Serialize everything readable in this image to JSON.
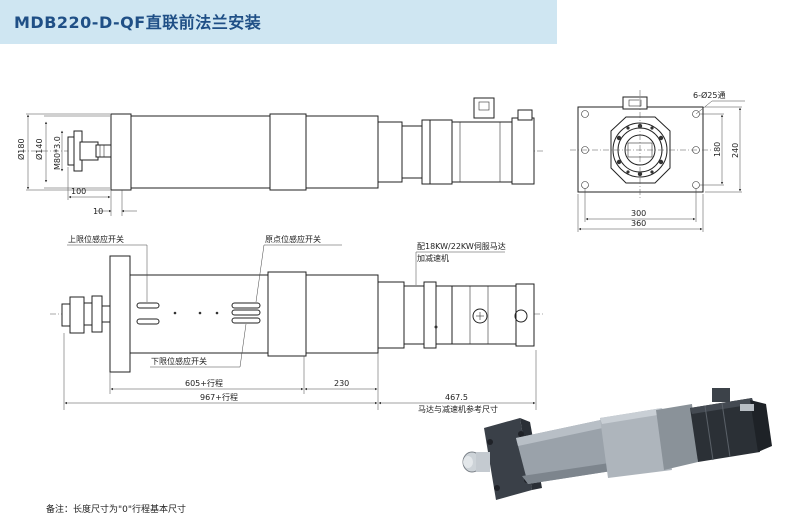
{
  "title": "MDB220-D-QF直联前法兰安装",
  "labels": {
    "dia180": "Ø180",
    "dia140": "Ø140",
    "thread": "M80*3.0",
    "dim100": "100",
    "dim10": "10",
    "holes": "6-Ø25通",
    "dim180": "180",
    "dim240": "240",
    "dim300": "300",
    "dim360": "360",
    "upper_sensor": "上限位感应开关",
    "origin_sensor": "原点位感应开关",
    "lower_sensor": "下限位感应开关",
    "motor_spec": "配18KW/22KW伺服马达",
    "reducer": "加减速机",
    "dim605": "605+行程",
    "dim230": "230",
    "dim967": "967+行程",
    "dim4675": "467.5",
    "motor_ref": "马达与减速机参考尺寸"
  },
  "note": "备注：长度尺寸为\"0\"行程基本尺寸"
}
